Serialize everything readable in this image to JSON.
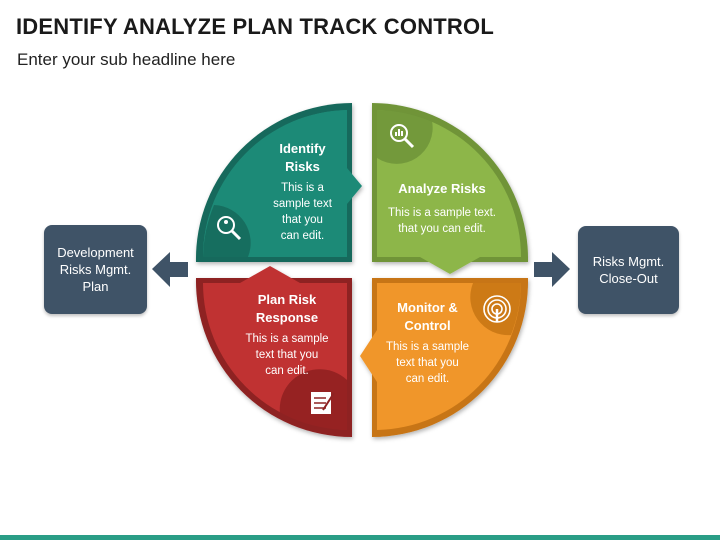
{
  "header": {
    "title": "IDENTIFY ANALYZE PLAN TRACK CONTROL",
    "subtitle": "Enter your sub headline here"
  },
  "side_boxes": {
    "left": {
      "line1": "Development",
      "line2": "Risks Mgmt.",
      "line3": "Plan"
    },
    "right": {
      "line1": "Risks Mgmt.",
      "line2": "Close-Out"
    }
  },
  "quadrants": {
    "identify": {
      "head1": "Identify",
      "head2": "Risks",
      "body1": "This is a",
      "body2": "sample text",
      "body3": "that you",
      "body4": "can edit.",
      "color": "#1f8a77",
      "icon": "search-person-icon"
    },
    "analyze": {
      "head1": "Analyze Risks",
      "body1": "This is a sample text.",
      "body2": "that you can edit.",
      "color": "#8db64a",
      "icon": "chart-magnifier-icon"
    },
    "monitor": {
      "head1": "Monitor &",
      "head2": "Control",
      "body1": "This is a sample",
      "body2": "text that you",
      "body3": "can edit.",
      "color": "#f0962b",
      "icon": "touch-target-icon"
    },
    "plan": {
      "head1": "Plan Risk",
      "head2": "Response",
      "body1": "This is a sample",
      "body2": "text that you",
      "body3": "can edit.",
      "color": "#c03232",
      "icon": "checklist-pen-icon"
    }
  },
  "colors": {
    "side_box": "#3f5367",
    "arrow": "#3f5367",
    "accent_bar": "#2a9d86"
  }
}
